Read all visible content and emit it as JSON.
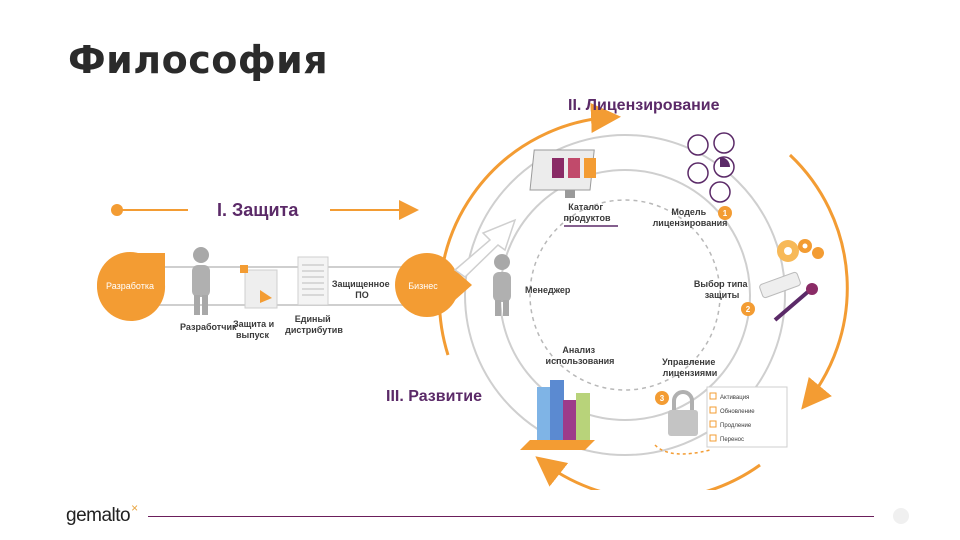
{
  "title": "Философия",
  "colors": {
    "orange": "#f39c33",
    "purple": "#5b2a68",
    "gray": "#b8b8b8",
    "text": "#3a3a3a"
  },
  "sections": {
    "protection": "I. Защита",
    "licensing": "II. Лицензирование",
    "development": "III. Развитие"
  },
  "nodes": {
    "development_circle": "Разработка",
    "business_circle": "Бизнес",
    "developer": "Разработчик",
    "protect_release": [
      "Защита и",
      "выпуск"
    ],
    "single_distr": [
      "Единый",
      "дистрибутив"
    ],
    "protected_sw": [
      "Защищенное",
      "ПО"
    ],
    "manager": "Менеджер",
    "catalog": [
      "Каталог",
      "продуктов"
    ],
    "model": [
      "Модель",
      "лицензирования"
    ],
    "choose_type": [
      "Выбор типа",
      "защиты"
    ],
    "manage_licenses": [
      "Управление",
      "лицензиями"
    ],
    "usage_analysis": [
      "Анализ",
      "использования"
    ]
  },
  "steps": [
    "1",
    "2",
    "3"
  ],
  "checklist": [
    "Активация",
    "Обновление",
    "Продление",
    "Перенос"
  ],
  "icons": [
    "person-icon",
    "document-icon",
    "monitor-icon",
    "lock-icon",
    "usb-key-icon",
    "bar-chart-icon",
    "gear-icon"
  ],
  "footer": {
    "logo": "gemalto",
    "logo_mark": "×"
  }
}
